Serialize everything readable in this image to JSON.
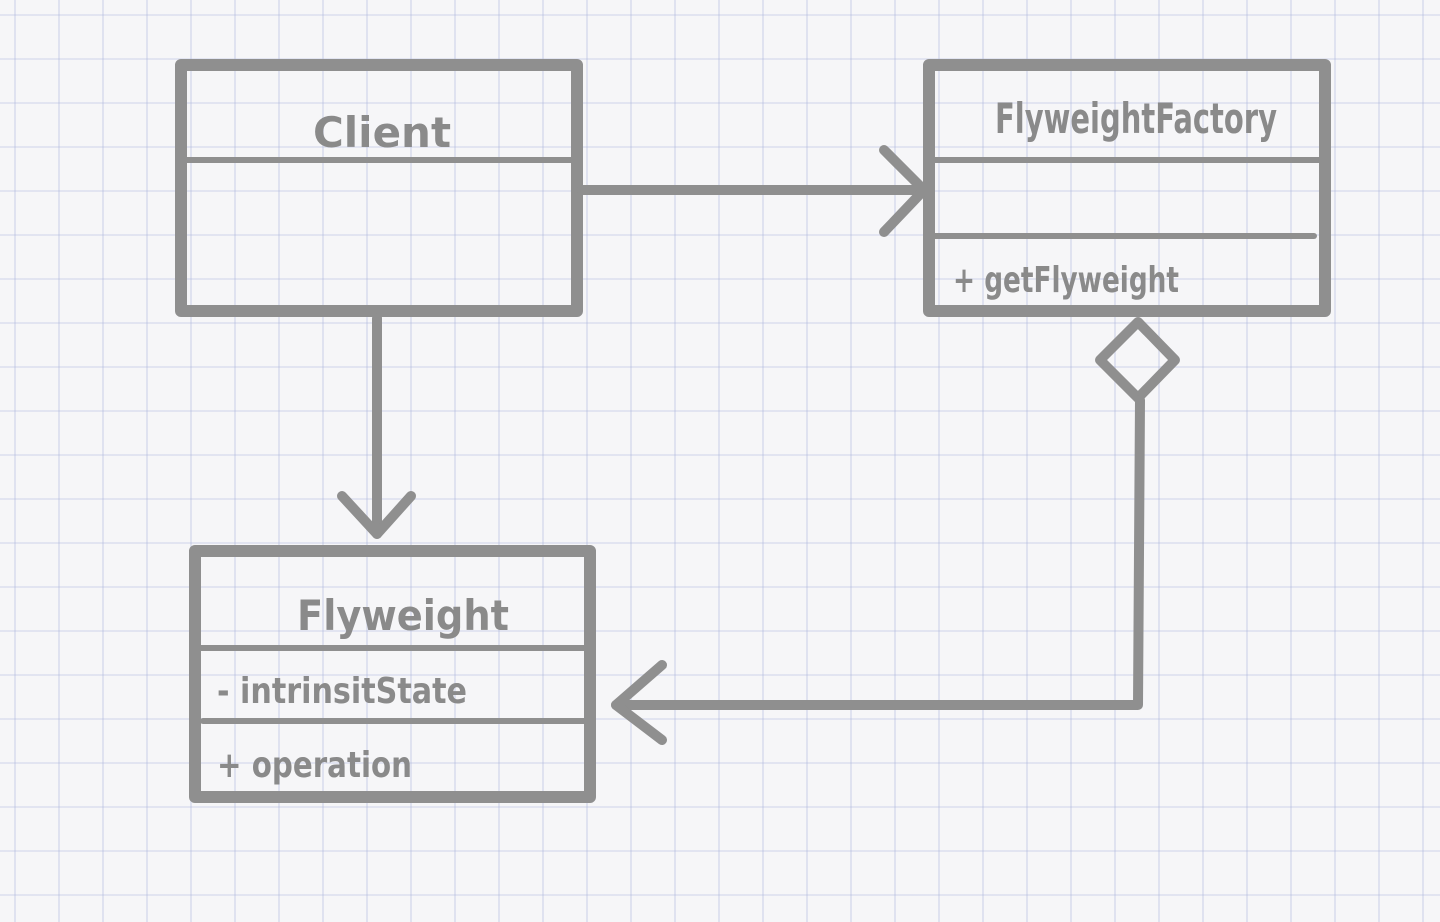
{
  "diagram": {
    "type": "uml-class-diagram",
    "stroke_color": "#8f8f8f",
    "text_color": "#8a8a8a",
    "background_color": "#f6f6f8",
    "grid_color": "#c8cde6",
    "classes": {
      "client": {
        "name": "Client"
      },
      "flyweight_factory": {
        "name": "FlyweightFactory",
        "methods": [
          "+ getFlyweight"
        ]
      },
      "flyweight": {
        "name": "Flyweight",
        "attributes": [
          "- intrinsitState"
        ],
        "methods": [
          "+ operation"
        ]
      }
    },
    "relationships": [
      {
        "from": "Client",
        "to": "FlyweightFactory",
        "type": "association"
      },
      {
        "from": "Client",
        "to": "Flyweight",
        "type": "association"
      },
      {
        "from": "FlyweightFactory",
        "to": "Flyweight",
        "type": "aggregation"
      }
    ]
  }
}
